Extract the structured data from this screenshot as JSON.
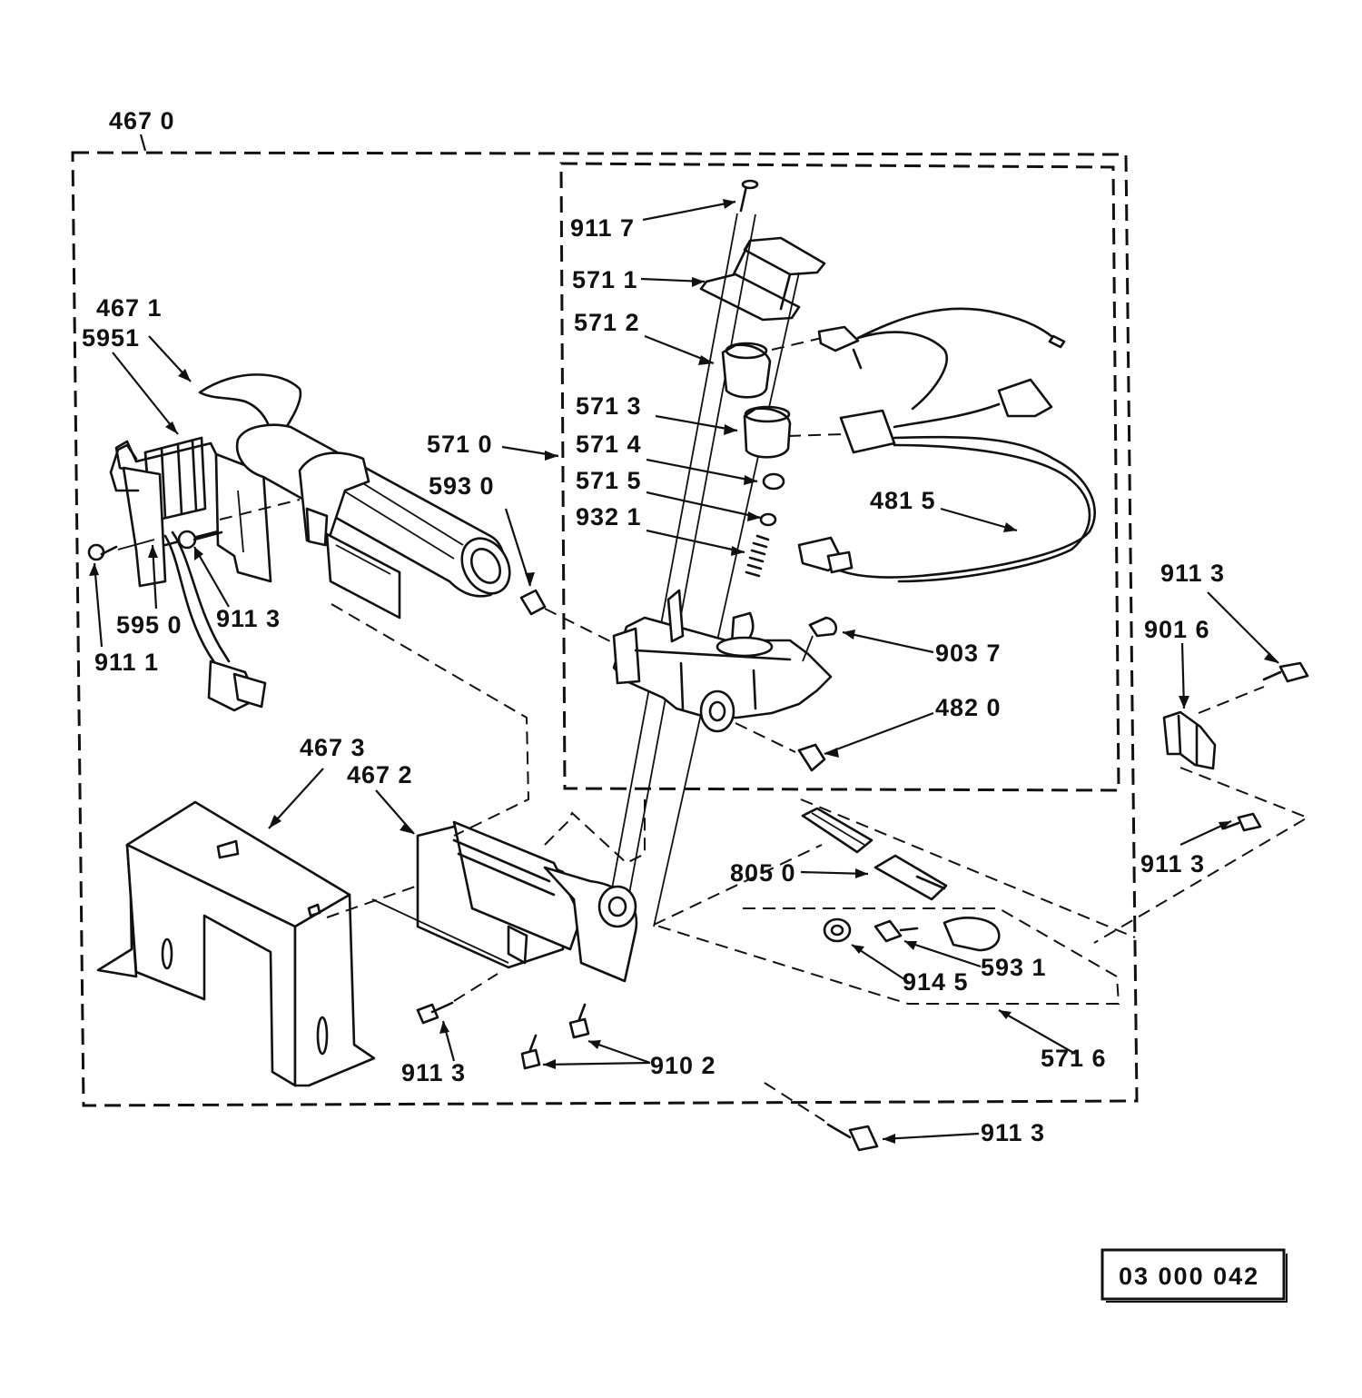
{
  "diagram": {
    "ref_box": {
      "text": "03 000 042"
    },
    "labels": [
      {
        "id": "4670",
        "text": "467 0"
      },
      {
        "id": "4671",
        "text": "467 1"
      },
      {
        "id": "5951",
        "text": "5951"
      },
      {
        "id": "5950",
        "text": "595 0"
      },
      {
        "id": "9111",
        "text": "911 1"
      },
      {
        "id": "9113a",
        "text": "911 3"
      },
      {
        "id": "5710",
        "text": "571 0"
      },
      {
        "id": "5930",
        "text": "593 0"
      },
      {
        "id": "9117",
        "text": "911 7"
      },
      {
        "id": "5711",
        "text": "571 1"
      },
      {
        "id": "5712",
        "text": "571 2"
      },
      {
        "id": "5713",
        "text": "571 3"
      },
      {
        "id": "5714",
        "text": "571 4"
      },
      {
        "id": "5715",
        "text": "571 5"
      },
      {
        "id": "9321",
        "text": "932 1"
      },
      {
        "id": "4815",
        "text": "481 5"
      },
      {
        "id": "9037",
        "text": "903 7"
      },
      {
        "id": "4820",
        "text": "482 0"
      },
      {
        "id": "9113b",
        "text": "911 3"
      },
      {
        "id": "9016",
        "text": "901 6"
      },
      {
        "id": "9113c",
        "text": "911 3"
      },
      {
        "id": "4673",
        "text": "467 3"
      },
      {
        "id": "4672",
        "text": "467 2"
      },
      {
        "id": "8050",
        "text": "805 0"
      },
      {
        "id": "5931",
        "text": "593 1"
      },
      {
        "id": "9145",
        "text": "914 5"
      },
      {
        "id": "9113d",
        "text": "911 3"
      },
      {
        "id": "9102",
        "text": "910 2"
      },
      {
        "id": "5716",
        "text": "571 6"
      },
      {
        "id": "9113e",
        "text": "911 3"
      }
    ]
  }
}
